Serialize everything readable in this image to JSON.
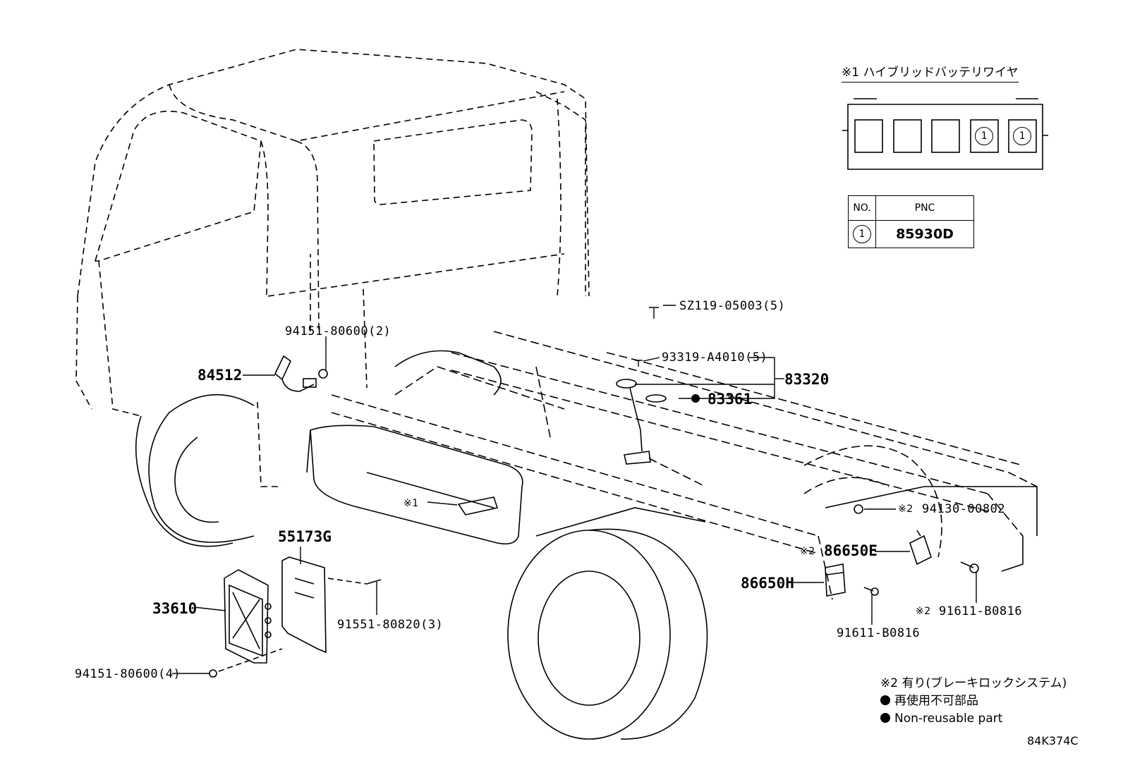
{
  "legend": {
    "title": "※1 ハイブリッドバッテリワイヤ",
    "slots": [
      "",
      "",
      "",
      "1",
      "1"
    ],
    "table": {
      "col_no": "NO.",
      "col_pnc": "PNC",
      "rows": [
        {
          "no": "1",
          "pnc": "85930D"
        }
      ]
    }
  },
  "callouts": {
    "sz119": "SZ119-05003(5)",
    "p93319": "93319-A4010(5)",
    "p83320": "83320",
    "p83361": "83361",
    "p94151_upper": "94151-80600(2)",
    "p84512": "84512",
    "mark1": "※1",
    "p94130": "94130-00802",
    "mark2_a": "※2",
    "p86650e": "86650E",
    "mark2_b": "※2",
    "p86650h": "86650H",
    "p55173g": "55173G",
    "p33610": "33610",
    "p91551": "91551-80820(3)",
    "p94151_lower": "94151-80600(4)",
    "p91611_a": "91611-B0816",
    "p91611_b": "91611-B0816",
    "mark2_c": "※2"
  },
  "notes": {
    "note2": "※2 有り(ブレーキロックシステム)",
    "nonreusable_jp": "再使用不可部品",
    "nonreusable_en": "Non-reusable part"
  },
  "drawing_code": "84K374C"
}
